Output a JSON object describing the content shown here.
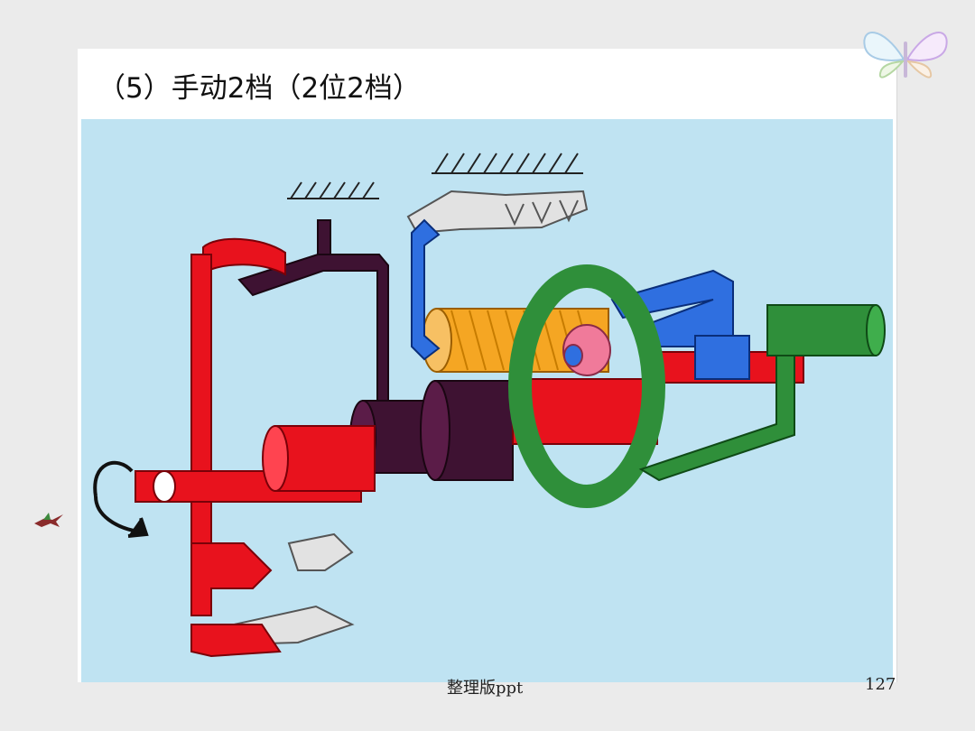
{
  "slide": {
    "title": "（5）手动2档（2位2档）",
    "footer_text": "整理版ppt",
    "page_number": "127"
  },
  "decorations": {
    "top_right": "butterfly-icon",
    "left": "bird-icon"
  },
  "colors": {
    "background": "#bfe3f2",
    "input_shaft": "#e8121d",
    "brake_band": "#3e1232",
    "sun_gear": "#f5a623",
    "carrier": "#2f6fe0",
    "ring_gear": "#2f8f3a",
    "planet_gear": "#f07a9a"
  }
}
